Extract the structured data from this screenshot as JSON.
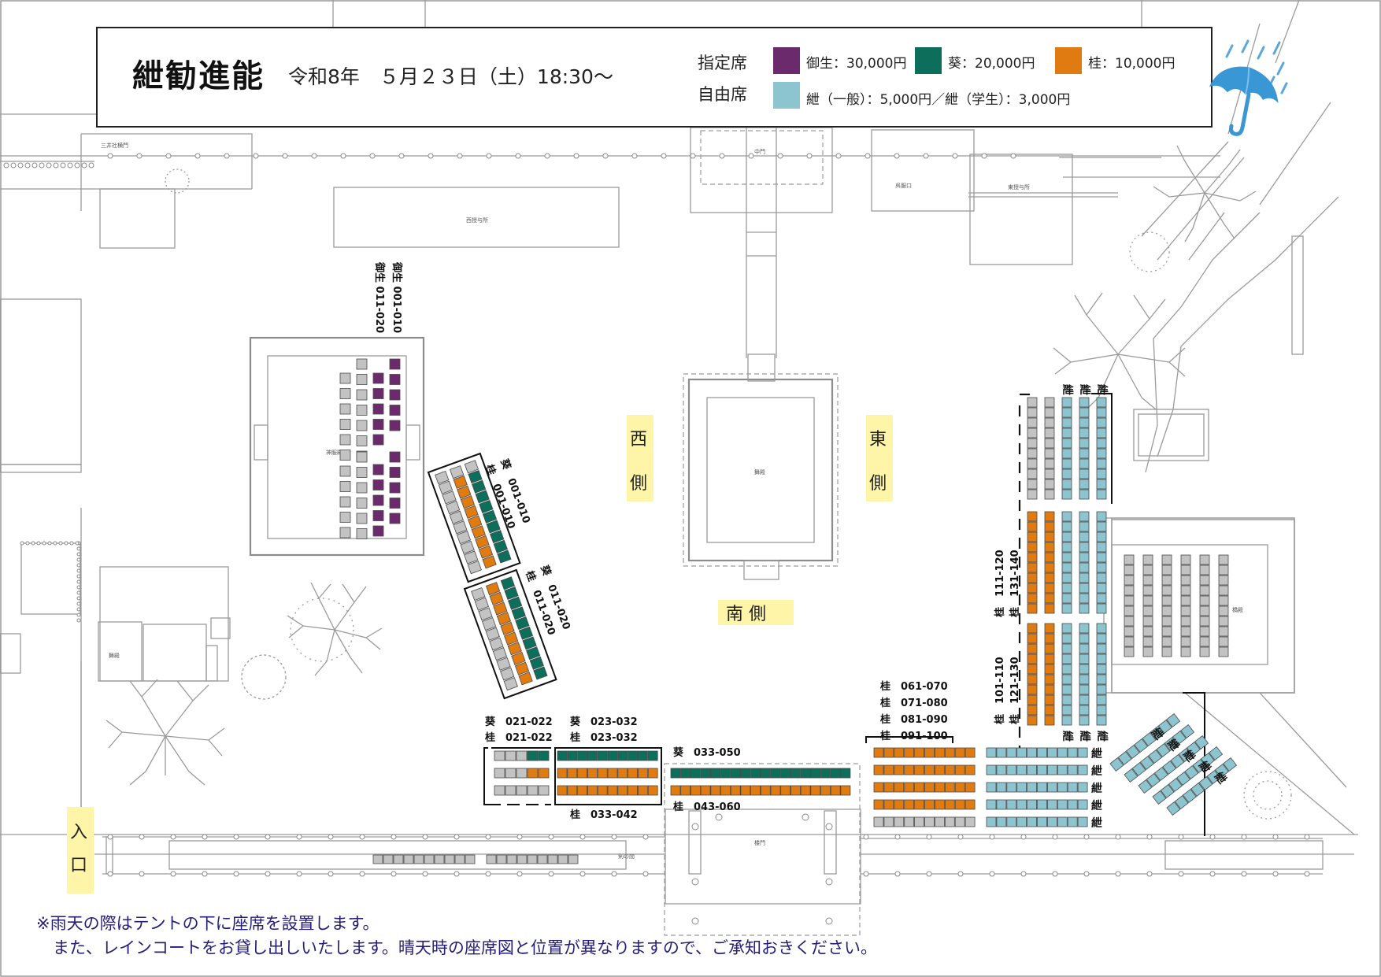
{
  "header": {
    "title": "紲勧進能",
    "date": "令和8年　５月２３日（土）18:30～",
    "reserved_label": "指定席",
    "free_label": "自由席",
    "legend": [
      {
        "label": "御生：30,000円",
        "color": "#6b2a6b"
      },
      {
        "label": "葵：20,000円",
        "color": "#0d6e5c"
      },
      {
        "label": "桂：10,000円",
        "color": "#e07b12"
      }
    ],
    "free_legend": {
      "label": "紲（一般）：5,000円／紲（学生）：3,000円",
      "color": "#8cc4cf"
    }
  },
  "colors": {
    "gosei": "#6b2a6b",
    "aoi": "#0d6e5c",
    "katsura": "#e07b12",
    "kizuna": "#8cc4cf",
    "empty": "#c3c3c3",
    "sign": "#fff5a8"
  },
  "map_labels": {
    "mitsui_gate": "三井社横門",
    "west_hall": "西授与所",
    "middle_gate": "中門",
    "east_gate": "呉服口",
    "east_hall": "東授与所",
    "shinpuku": "神服殿",
    "maiden": "舞殿",
    "butai": "舞殿",
    "haiden": "橋殿",
    "romon": "楼門",
    "kenoma": "剣の間"
  },
  "signs": {
    "west": "西側",
    "east": "東側",
    "south": "南 側",
    "entrance": "入口"
  },
  "section_labels": {
    "gosei_1": "御生 001-010",
    "gosei_2": "御生 011-020",
    "aoi_1": "葵　001-010",
    "katsura_1": "桂　001-010",
    "aoi_2": "葵　011-020",
    "katsura_2": "桂　011-020",
    "aoi_3": "葵　021-022",
    "katsura_3": "桂　021-022",
    "aoi_4": "葵　023-032",
    "katsura_4": "桂　023-032",
    "aoi_5": "葵　033-050",
    "katsura_5": "桂　033-042",
    "katsura_6": "桂　043-060",
    "katsura_7": "桂　061-070",
    "katsura_8": "桂　071-080",
    "katsura_9": "桂　081-090",
    "katsura_10": "桂　091-100",
    "katsura_11": "桂　101-110",
    "katsura_12": "桂　121-130",
    "katsura_13": "桂　111-120",
    "katsura_14": "桂　131-140",
    "kizuna": "紲"
  },
  "notice": [
    "※雨天の際はテントの下に座席を設置します。",
    "　また、レインコートをお貸し出しいたします。晴天時の座席図と位置が異なりますので、ご承知おきください。"
  ]
}
